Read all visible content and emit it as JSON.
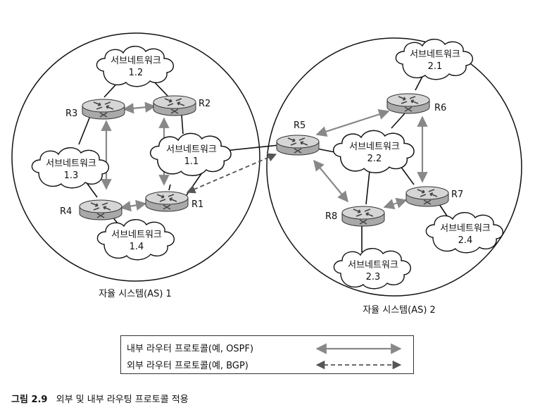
{
  "systems": [
    {
      "label": "자율 시스템(AS) 1"
    },
    {
      "label": "자율 시스템(AS) 2"
    }
  ],
  "networks": [
    {
      "line1": "서브네트워크",
      "line2": "1.2"
    },
    {
      "line1": "서브네트워크",
      "line2": "1.1"
    },
    {
      "line1": "서브네트워크",
      "line2": "1.3"
    },
    {
      "line1": "서브네트워크",
      "line2": "1.4"
    },
    {
      "line1": "서브네트워크",
      "line2": "2.1"
    },
    {
      "line1": "서브네트워크",
      "line2": "2.2"
    },
    {
      "line1": "서브네트워크",
      "line2": "2.4"
    },
    {
      "line1": "서브네트워크",
      "line2": "2.3"
    }
  ],
  "routers": [
    "R1",
    "R2",
    "R3",
    "R4",
    "R5",
    "R6",
    "R7",
    "R8"
  ],
  "legend": {
    "interior": "내부 라우터 프로토콜(예, OSPF)",
    "exterior": "외부 라우터 프로토콜(예, BGP)"
  },
  "caption": {
    "number": "그림 2.9",
    "text": "외부 및 내부 라우팅 프로토콜 적용"
  },
  "colors": {
    "interior_line": "#888888",
    "router_fill": "#cfcfcf",
    "outline": "#111111"
  }
}
